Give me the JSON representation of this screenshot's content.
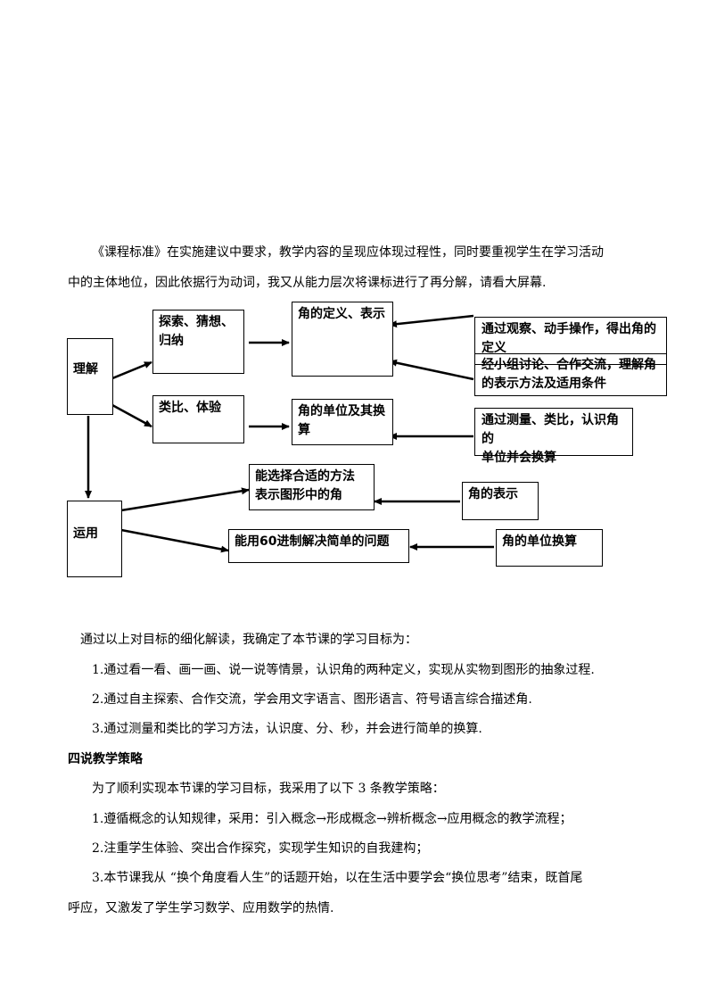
{
  "intro": {
    "line1": "《课程标准》在实施建议中要求，教学内容的呈现应体现过程性，同时要重视学生在学习活动",
    "line2": "中的主体地位，因此依据行为动词，我又从能力层次将课标进行了再分解，请看大屏幕."
  },
  "diagram": {
    "lijie": "理解",
    "yunyong": "运用",
    "explore_1": "探索、猜想、",
    "explore_2": "归纳",
    "analogy": "类比、体验",
    "def_rep": "角的定义、表示",
    "unit_1": "角的单位及其换",
    "unit_2": "算",
    "obs_1": "通过观察、动手操作，得出角的",
    "obs_2": "定义",
    "group_1": "经小组讨论、合作交流，理解角",
    "group_2": "的表示方法及适用条件",
    "measure_1": "通过测量、类比，认识角的",
    "measure_2": "单位并会换算",
    "choose_1": "能选择合适的方法",
    "choose_2": "表示图形中的角",
    "angle_rep": "角的表示",
    "use60": "能用60进制解决简单的问题",
    "unit_conv": "角的单位换算"
  },
  "goals": {
    "intro": "通过以上对目标的细化解读，我确定了本节课的学习目标为：",
    "items": [
      "1.通过看一看、画一画、说一说等情景，认识角的两种定义，实现从实物到图形的抽象过程.",
      "2.通过自主探索、合作交流，学会用文字语言、图形语言、符号语言综合描述角.",
      "3.通过测量和类比的学习方法，认识度、分、秒，并会进行简单的换算."
    ]
  },
  "section4": {
    "heading": "四说教学策略",
    "intro": "为了顺利实现本节课的学习目标，我采用了以下 3 条教学策略：",
    "items": [
      "1.遵循概念的认知规律，采用：引入概念→形成概念→辨析概念→应用概念的教学流程；",
      "2.注重学生体验、突出合作探究，实现学生知识的自我建构；"
    ],
    "item3_line1": "3.本节课我从  “换个角度看人生”的话题开始，以在生活中要学会“换位思考”结束，既首尾",
    "item3_line2": "呼应，又激发了学生学习数学、应用数学的热情."
  }
}
